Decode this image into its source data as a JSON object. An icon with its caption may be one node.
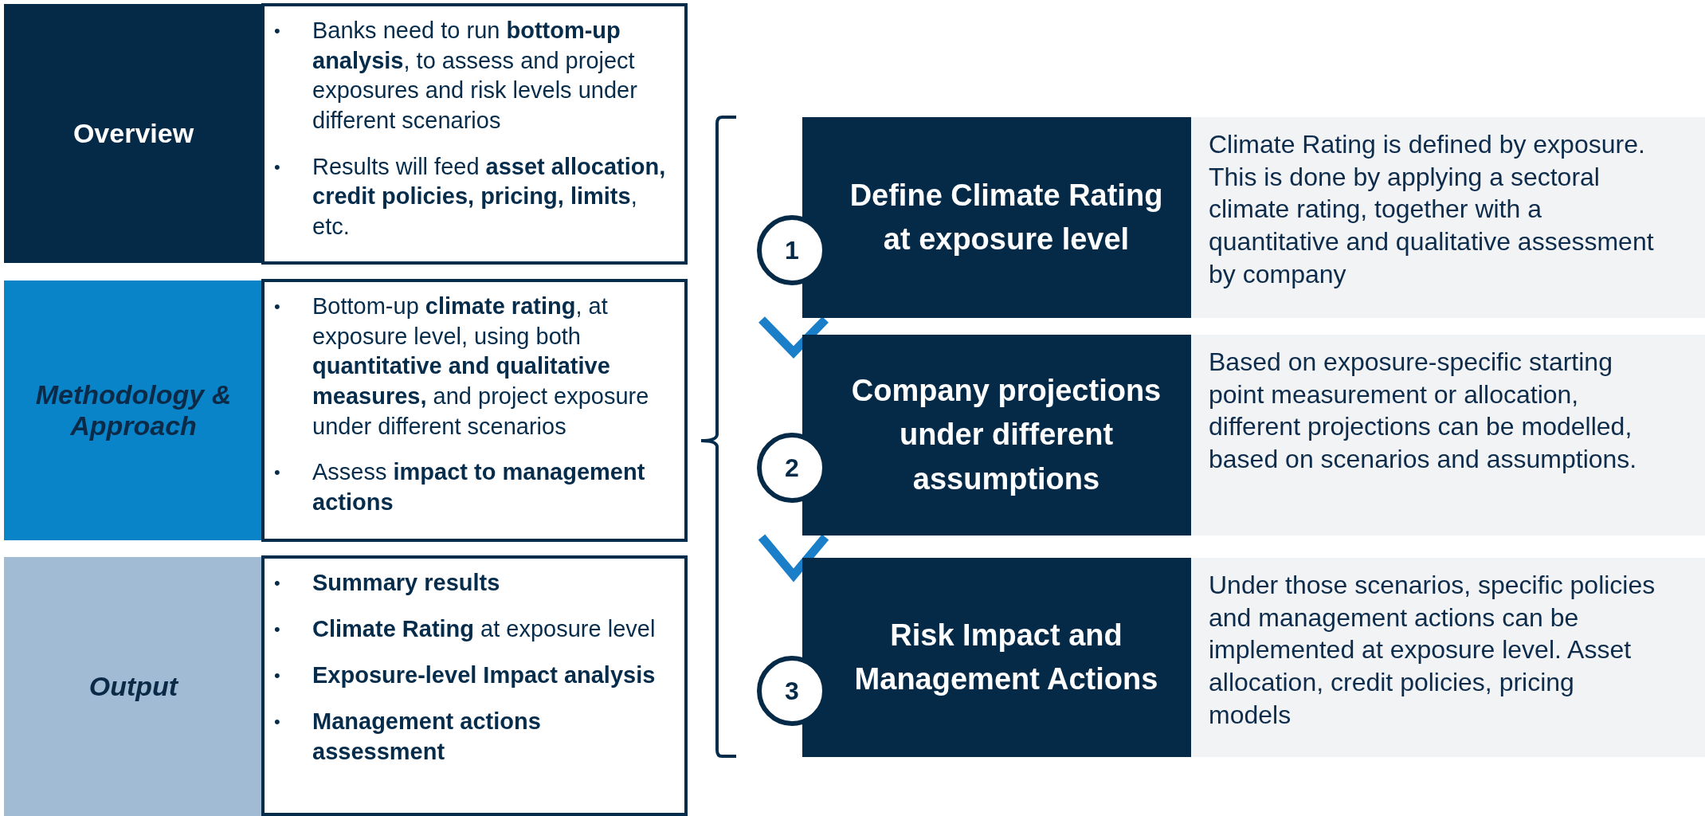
{
  "diagram": {
    "nodes": [
      {
        "text": [
          "Overview"
        ]
      },
      {
        "text": [
          "Banks need to run **bottom-up analysis**, to assess and project exposures and risk levels under different scenarios",
          "Results will feed **asset allocation, credit policies, pricing, limits**, etc."
        ]
      },
      {
        "text": [
          "Methodology & Approach"
        ]
      },
      {
        "text": [
          "Bottom-up **climate rating**, at exposure level, using both **quantitative and qualitative measures,** and project exposure under different scenarios",
          "Assess **impact to management actions**"
        ]
      },
      {
        "text": [
          "Output"
        ]
      },
      {
        "text": [
          "Summary results",
          "**Climate Rating** at exposure level",
          "Exposure-level Impact analysis",
          "Management actions assessment"
        ]
      },
      {
        "text": [
          "Define Climate Rating at exposure level"
        ]
      },
      {
        "text": [
          "Climate Rating is defined by exposure. This is done by applying a sectoral climate rating, together with a quantitative and qualitative assessment by company"
        ]
      },
      {
        "text": [
          "Company projections under different assumptions"
        ]
      },
      {
        "text": [
          "Based on exposure-specific starting point measurement or allocation, different projections can be modelled, based on scenarios and assumptions."
        ]
      },
      {
        "text": [
          "Risk Impact and Management Actions"
        ]
      },
      {
        "text": [
          "Under those scenarios, specific policies and management actions can be implemented at exposure level. Asset allocation, credit policies, pricing models"
        ]
      },
      {
        "text": [
          "1"
        ]
      },
      {
        "text": [
          "2"
        ]
      },
      {
        "text": [
          "3"
        ]
      }
    ],
    "edges": [
      {
        "from": 6,
        "to": 8,
        "arrow": "to"
      },
      {
        "from": 8,
        "to": 10,
        "arrow": "to"
      }
    ],
    "labels": [
      "•",
      "•",
      "•",
      "•",
      "•",
      "•",
      "•",
      "•"
    ]
  }
}
